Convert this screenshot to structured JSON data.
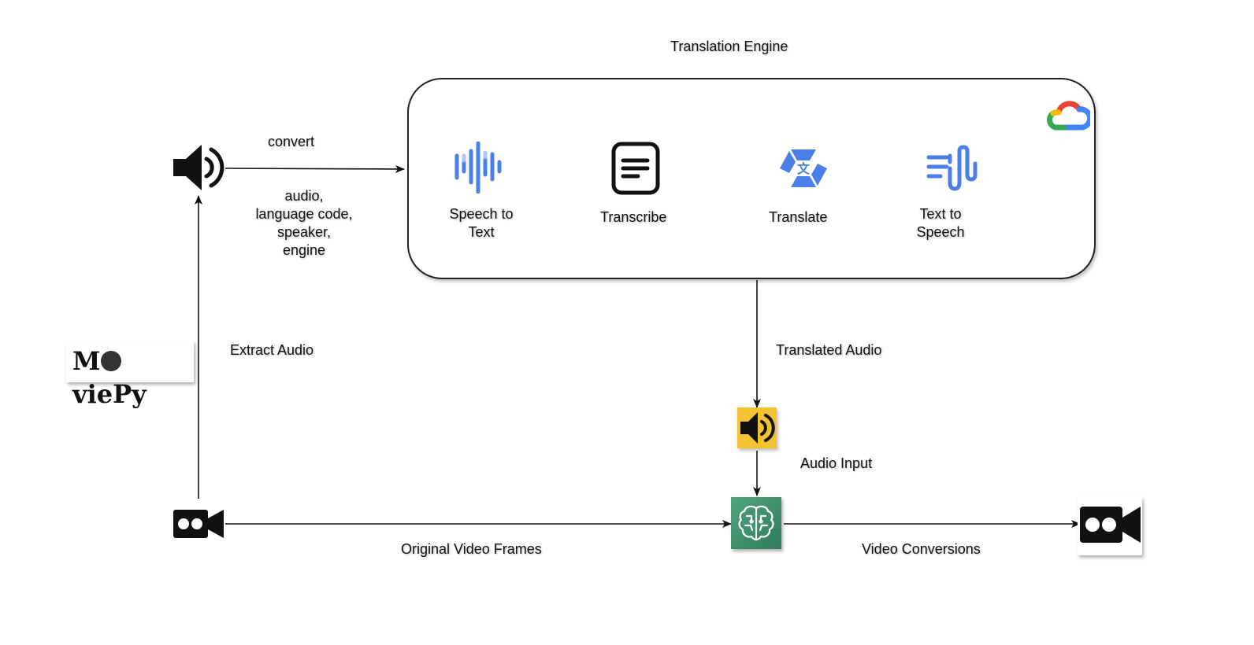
{
  "title": "Translation Engine",
  "nodes": {
    "speech_to_text": "Speech to\nText",
    "transcribe": "Transcribe",
    "translate": "Translate",
    "text_to_speech": "Text to\nSpeech"
  },
  "logo": {
    "moviepy": "MoviePy",
    "moviepy_prefix": "M",
    "moviepy_suffix": "viePy"
  },
  "edges": {
    "convert": "convert",
    "convert_params": "audio,\nlanguage code,\nspeaker,\nengine",
    "extract_audio": "Extract Audio",
    "translated_audio": "Translated Audio",
    "audio_input": "Audio Input",
    "original_video_frames": "Original Video Frames",
    "video_conversions": "Video Conversions"
  },
  "icons": {
    "source_speaker": "speaker-icon",
    "translated_speaker": "speaker-icon",
    "source_video": "video-camera-icon",
    "output_video": "video-camera-icon",
    "processor": "brain-icon",
    "cloud": "google-cloud-icon",
    "speech_to_text": "waveform-icon",
    "transcribe": "document-icon",
    "translate": "translate-icon",
    "text_to_speech": "text-to-speech-icon"
  },
  "colors": {
    "google_blue": "#4A7FE7",
    "speaker_yellow": "#F2C230",
    "brain_green": "#3F8F6B",
    "stroke": "#111111"
  }
}
